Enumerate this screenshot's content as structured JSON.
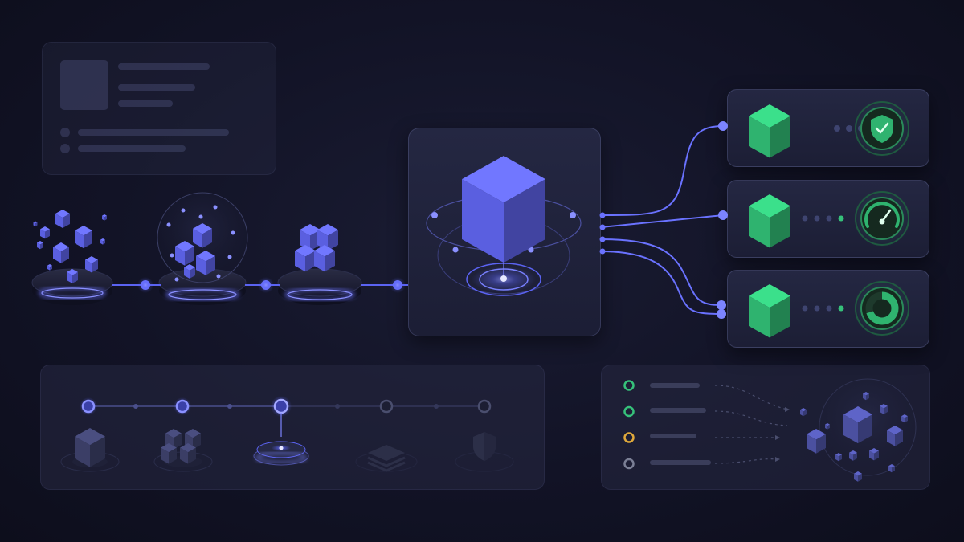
{
  "colors": {
    "background": "#121326",
    "accent_blue": "#5b63f2",
    "accent_glow": "#7c84ff",
    "cube_blue": "#5a5fe0",
    "cube_green": "#2fb36f",
    "status_green": "#36c17a",
    "status_amber": "#e0a93b",
    "status_grey": "#7b7f95"
  },
  "pipeline": {
    "stages": [
      {
        "name": "scattered-cubes",
        "icon": "scattered-cubes-icon"
      },
      {
        "name": "contained-cubes",
        "icon": "sphere-cubes-icon"
      },
      {
        "name": "assembled-cube",
        "icon": "stacked-cube-icon"
      }
    ],
    "core": {
      "icon": "core-cube-icon"
    }
  },
  "outputs": [
    {
      "icon": "green-cube-icon",
      "status_icon": "shield-check-icon"
    },
    {
      "icon": "green-cube-icon",
      "status_icon": "speedometer-icon"
    },
    {
      "icon": "green-cube-icon",
      "status_icon": "donut-progress-icon",
      "progress": 0.7
    }
  ],
  "timeline": {
    "steps": [
      {
        "state": "done",
        "icon": "single-cube-icon"
      },
      {
        "state": "done",
        "icon": "cube-cluster-icon"
      },
      {
        "state": "active",
        "icon": "glowing-disc-icon"
      },
      {
        "state": "pending",
        "icon": "layer-stack-icon"
      },
      {
        "state": "pending",
        "icon": "shield-icon"
      }
    ]
  },
  "status_list": {
    "items": [
      {
        "status": "ok",
        "color": "#36c17a"
      },
      {
        "status": "ok",
        "color": "#36c17a"
      },
      {
        "status": "warning",
        "color": "#e0a93b"
      },
      {
        "status": "idle",
        "color": "#7b7f95"
      }
    ]
  }
}
